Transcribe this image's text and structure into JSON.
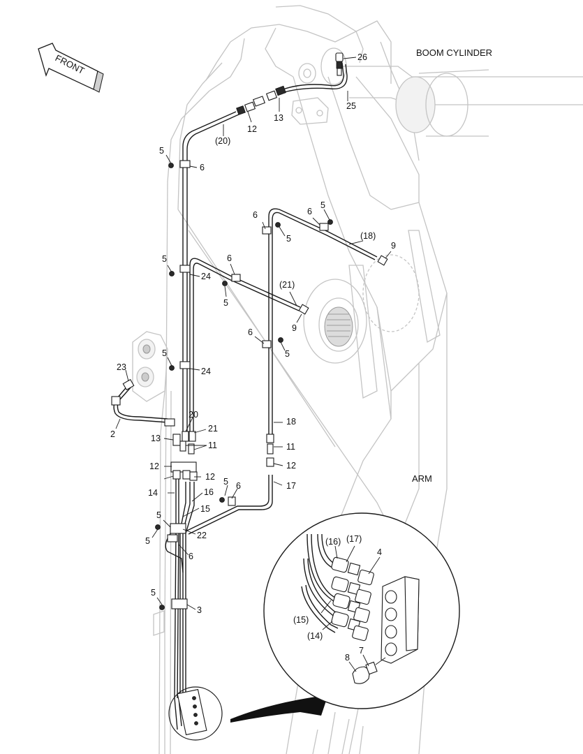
{
  "diagram": {
    "front_arrow": "FRONT",
    "boom_cylinder_label": "BOOM CYLINDER",
    "arm_label": "ARM",
    "callouts": {
      "c26": "26",
      "c25": "25",
      "c13_top": "13",
      "c12_top": "12",
      "c20_paren": "(20)",
      "c5_a": "5",
      "c6_a": "6",
      "c6_b": "6",
      "c6_c": "6",
      "c5_b": "5",
      "c5_c": "5",
      "c18_paren": "(18)",
      "c9_a": "9",
      "c5_d": "5",
      "c6_d": "6",
      "c24_a": "24",
      "c5_e": "5",
      "c21_paren": "(21)",
      "c9_b": "9",
      "c6_e": "6",
      "c5_f": "5",
      "c5_g": "5",
      "c24_b": "24",
      "c23": "23",
      "c20": "20",
      "c21": "21",
      "c2": "2",
      "c13_b": "13",
      "c11_a": "11",
      "c18": "18",
      "c11_b": "11",
      "c12_a": "12",
      "c12_b": "12",
      "c12_c": "12",
      "c17": "17",
      "c14": "14",
      "c5_h": "5",
      "c6_f": "6",
      "c16": "16",
      "c15": "15",
      "c5_i": "5",
      "c22": "22",
      "c5_j": "5",
      "c6_g": "6",
      "c5_k": "5",
      "c3": "3",
      "d16": "(16)",
      "d17": "(17)",
      "d4": "4",
      "d15": "(15)",
      "d14": "(14)",
      "d8": "8",
      "d7": "7"
    }
  }
}
